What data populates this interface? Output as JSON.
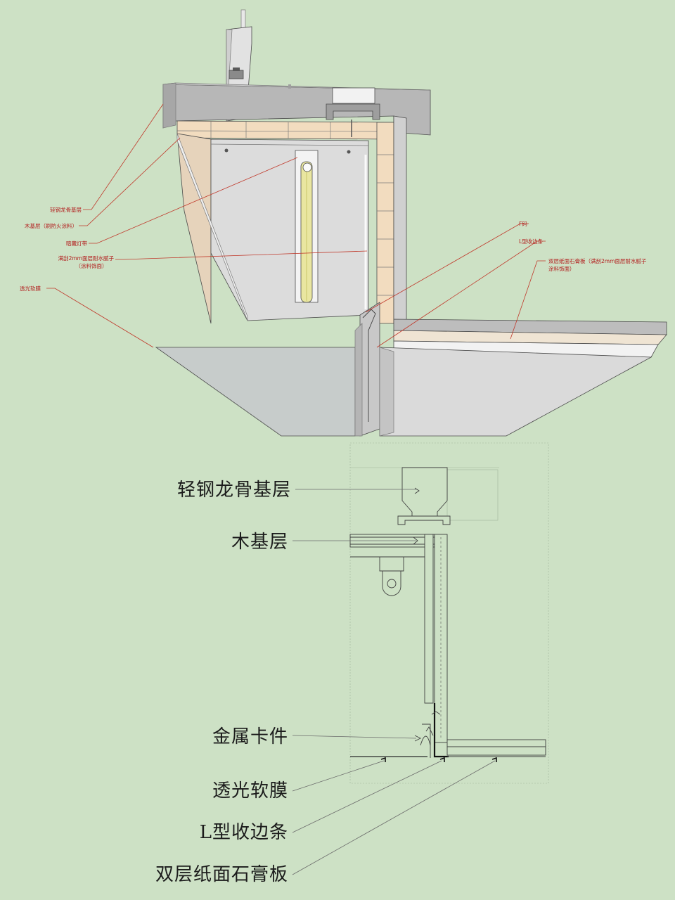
{
  "model_view": {
    "labels": {
      "light_steel_keel": "轻钢龙骨基层",
      "wood_base": "木基层（刷防火涂料）",
      "hidden_light_strip": "暗藏灯带",
      "putty_finish_line1": "满刮2mm面层耐水腻子",
      "putty_finish_line2": "（涂料饰面）",
      "translucent_film": "透光软膜",
      "f_code": "F码",
      "l_edge_strip": "L型收边条",
      "double_gypsum_line1": "双层纸面石膏板（满刮2mm面层耐水腻子",
      "double_gypsum_line2": "涂料饰面）"
    }
  },
  "section_view": {
    "labels": {
      "light_steel_keel": "轻钢龙骨基层",
      "wood_base": "木基层",
      "metal_clip": "金属卡件",
      "translucent_film": "透光软膜",
      "l_edge_strip": "L型收边条",
      "double_gypsum": "双层纸面石膏板"
    }
  },
  "colors": {
    "background": "#cde1c5",
    "leader_red": "#c0392b",
    "wood": "#f2dcbf",
    "board": "#d9d9d9",
    "keel": "#bdbdbd",
    "light_tube": "#e9e6a0"
  }
}
